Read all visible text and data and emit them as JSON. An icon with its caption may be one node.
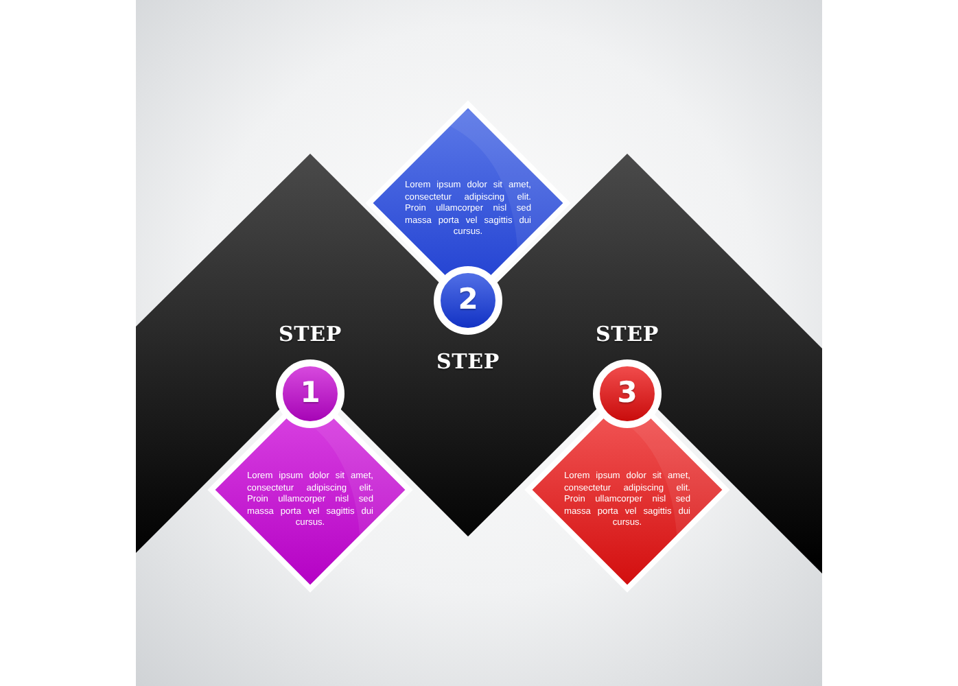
{
  "diagram": {
    "nodes": [
      {
        "text": [
          "1"
        ],
        "beside": [
          "STEP"
        ]
      },
      {
        "text": [
          "Lorem ipsum dolor sit amet, consectetur adipiscing elit. Proin ullamcorper nisl sed massa porta vel sagittis dui cursus."
        ]
      },
      {
        "text": [
          "2"
        ],
        "beside": [
          "STEP"
        ]
      },
      {
        "text": [
          "Lorem ipsum dolor sit amet, consectetur adipiscing elit. Proin ullamcorper nisl sed massa porta vel sagittis dui cursus."
        ]
      },
      {
        "text": [
          "3"
        ],
        "beside": [
          "STEP"
        ]
      },
      {
        "text": [
          "Lorem ipsum dolor sit amet, consectetur adipiscing elit. Proin ullamcorper nisl sed massa porta vel sagittis dui cursus."
        ]
      }
    ]
  }
}
